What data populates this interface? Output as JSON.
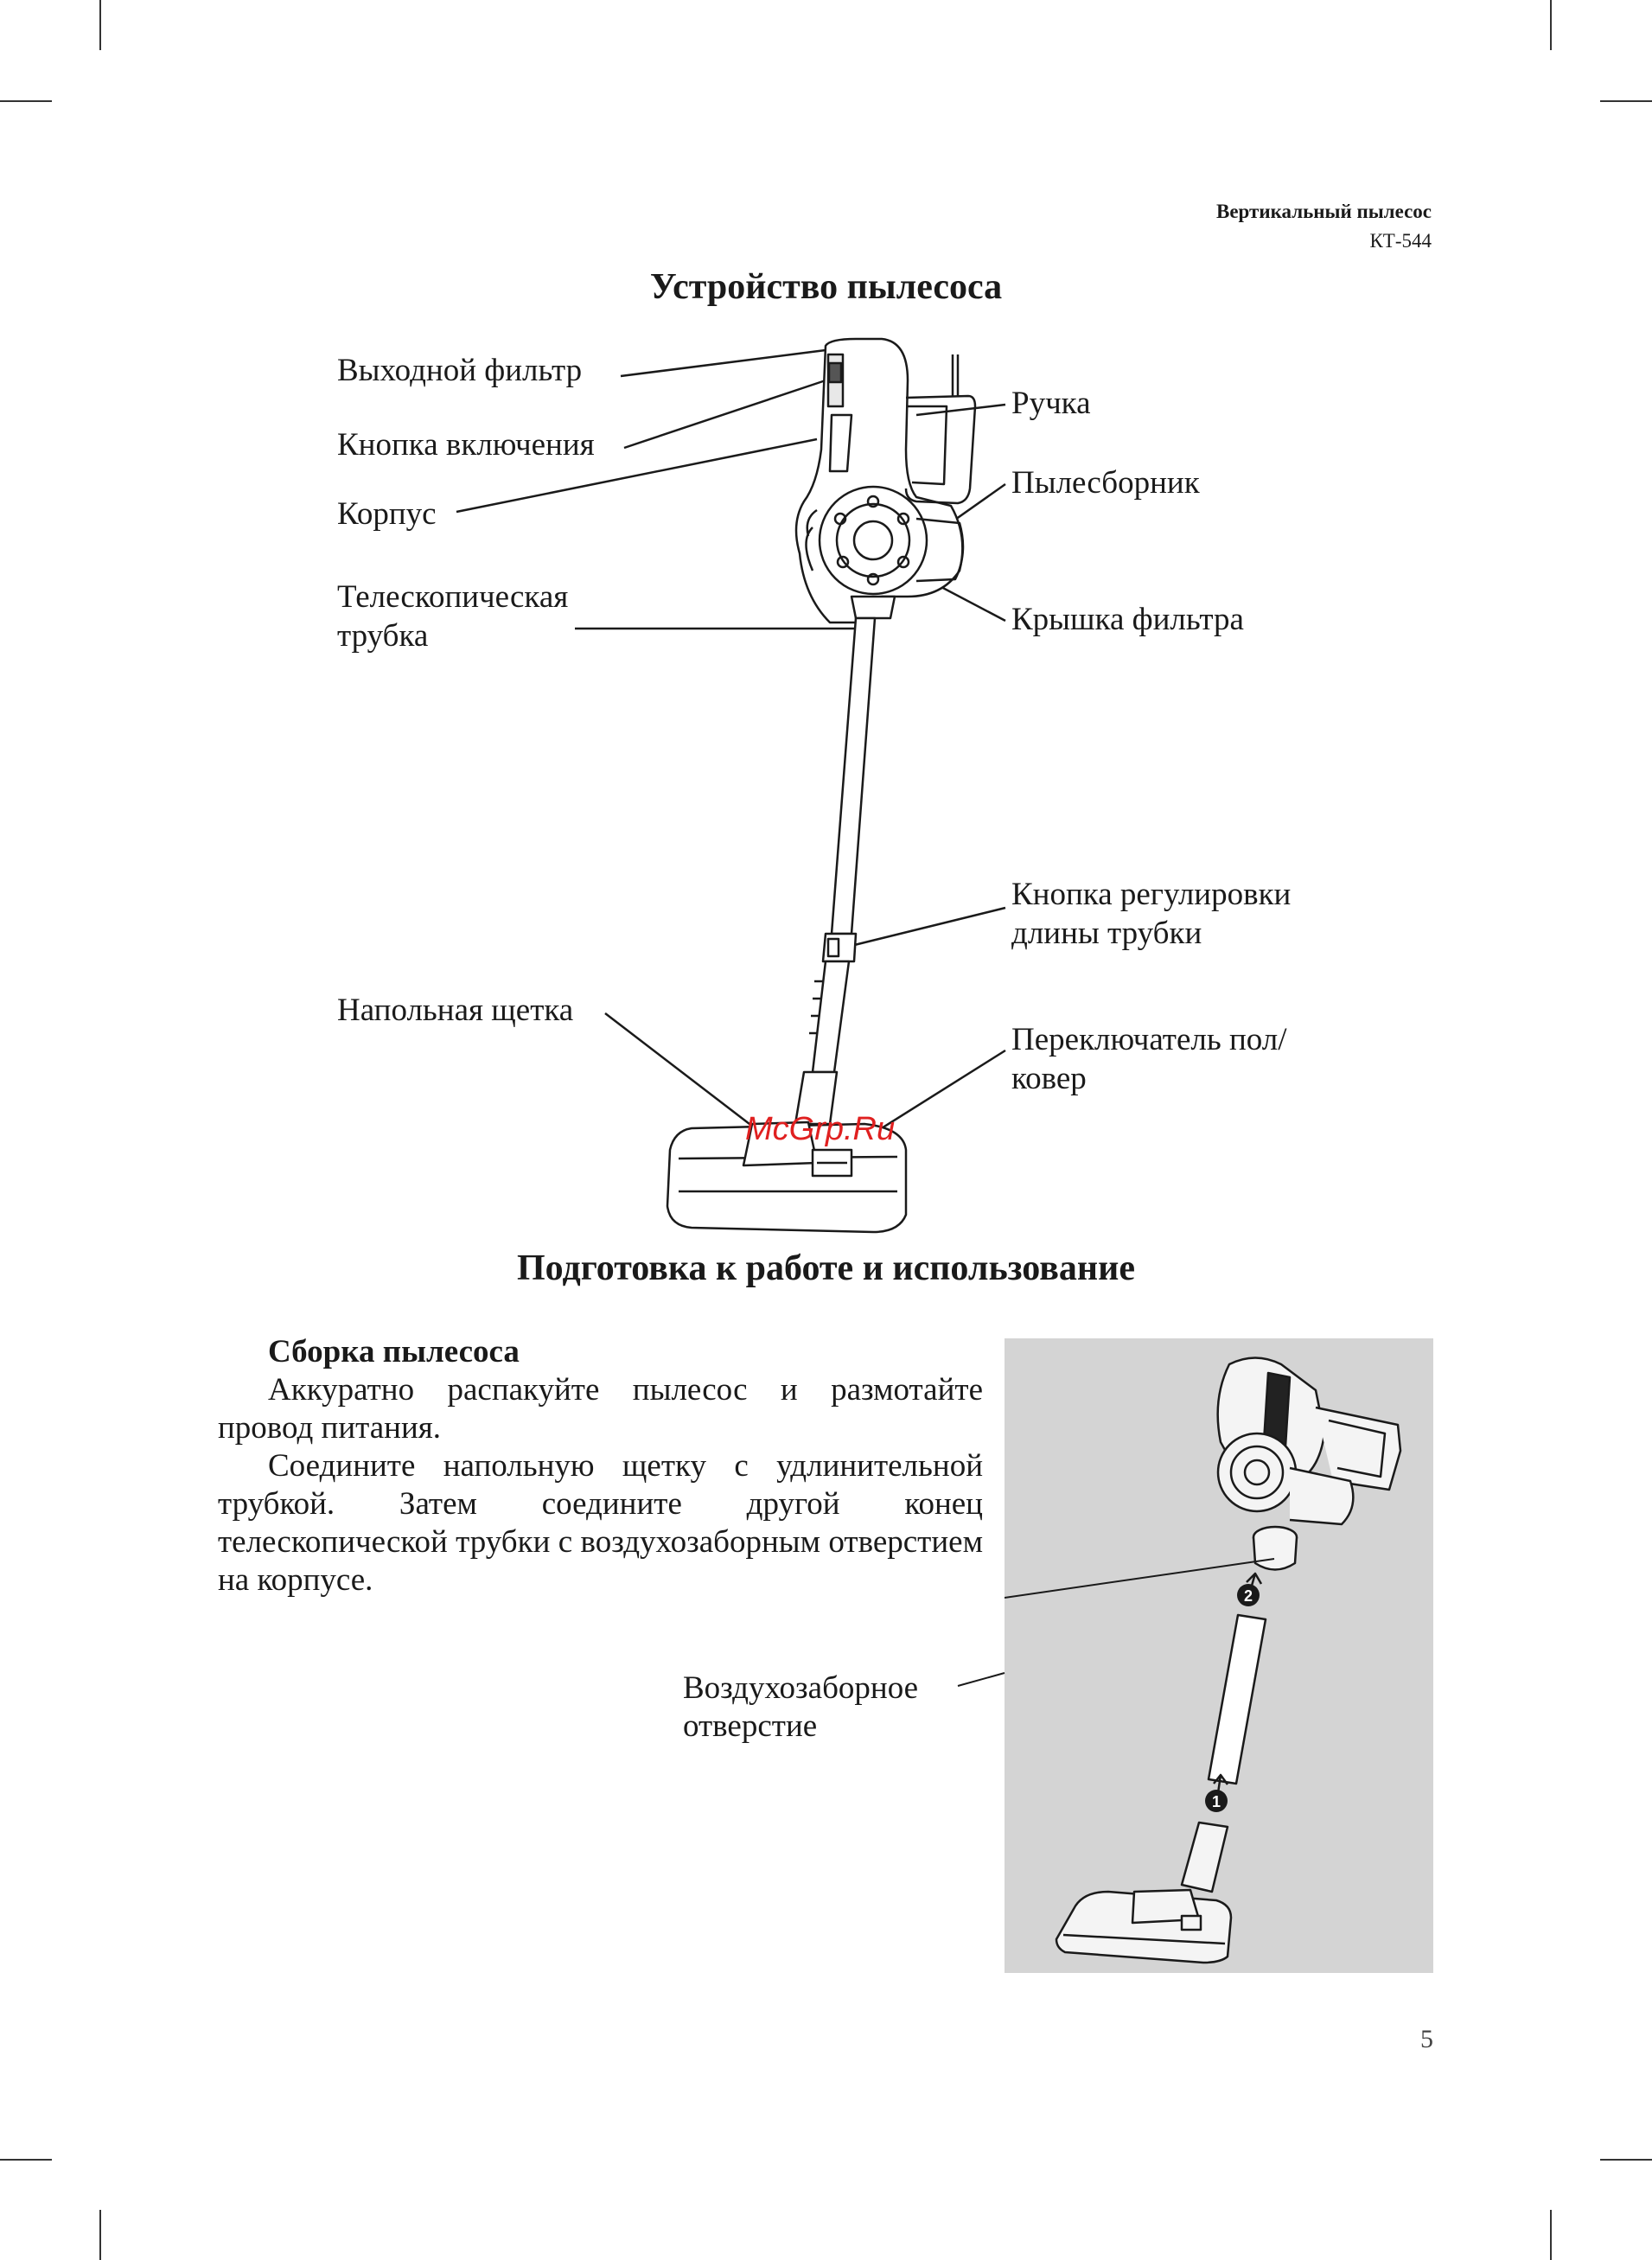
{
  "header": {
    "product_type": "Вертикальный пылесос",
    "model": "КТ-544"
  },
  "section1": {
    "title": "Устройство пылесоса",
    "labels": {
      "exhaust_filter": "Выходной фильтр",
      "power_button": "Кнопка включения",
      "housing": "Корпус",
      "telescopic_tube_l1": "Телескопическая",
      "telescopic_tube_l2": "трубка",
      "handle": "Ручка",
      "dust_container": "Пылесборник",
      "filter_cover": "Крышка фильтра",
      "length_button_l1": "Кнопка регулировки",
      "length_button_l2": "длины трубки",
      "floor_brush": "Напольная щетка",
      "switch_l1": "Переключатель пол/",
      "switch_l2": "ковер"
    }
  },
  "section2": {
    "title": "Подготовка к работе и использование",
    "subtitle": "Сборка пылесоса",
    "para1": "Аккуратно распакуйте пылесос и размотайте провод питания.",
    "para2": "Соедините напольную щетку с удлинительной трубкой. Затем соедините другой конец телескопической трубки с воздухозаборным отверстием на корпусе.",
    "intake_l1": "Воздухозаборное",
    "intake_l2": "отверстие",
    "step1": "1",
    "step2": "2"
  },
  "watermark": "McGrp.Ru",
  "page_number": "5"
}
